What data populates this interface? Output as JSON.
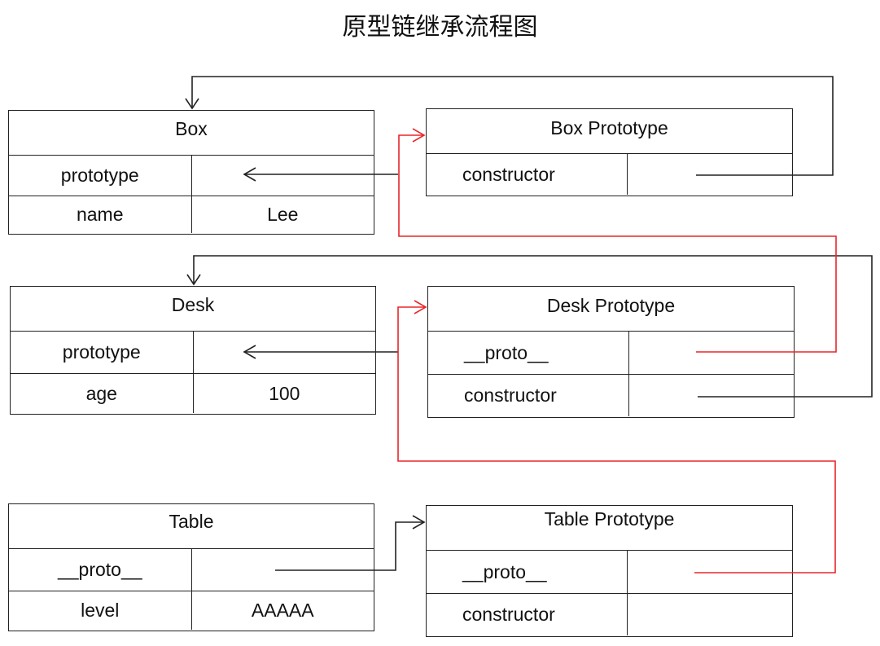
{
  "title": "原型链继承流程图",
  "tables": {
    "box": {
      "name": "Box",
      "rows": [
        [
          "prototype",
          ""
        ],
        [
          "name",
          "Lee"
        ]
      ]
    },
    "box_proto": {
      "name": "Box Prototype",
      "rows": [
        [
          "constructor",
          ""
        ]
      ]
    },
    "desk": {
      "name": "Desk",
      "rows": [
        [
          "prototype",
          ""
        ],
        [
          "age",
          "100"
        ]
      ]
    },
    "desk_proto": {
      "name": "Desk Prototype",
      "rows": [
        [
          "__proto__",
          ""
        ],
        [
          "constructor",
          ""
        ]
      ]
    },
    "table": {
      "name": "Table",
      "rows": [
        [
          "__proto__",
          ""
        ],
        [
          "level",
          "AAAAA"
        ]
      ]
    },
    "table_proto": {
      "name": "Table Prototype",
      "rows": [
        [
          "__proto__",
          ""
        ],
        [
          "constructor",
          ""
        ]
      ]
    }
  },
  "colors": {
    "line": "#222222",
    "proto_link": "#e8262a"
  }
}
